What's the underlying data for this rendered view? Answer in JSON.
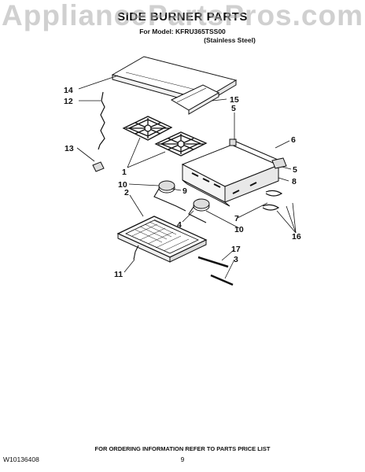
{
  "header": {
    "title": "SIDE BURNER PARTS",
    "model_line": "For Model: KFRU365TSS00",
    "variant": "(Stainless Steel)"
  },
  "watermark": "AppliancePartsPros.com",
  "callouts": [
    "14",
    "12",
    "15",
    "5",
    "6",
    "13",
    "1",
    "5",
    "8",
    "10",
    "9",
    "4",
    "7",
    "10",
    "16",
    "2",
    "17",
    "3",
    "11"
  ],
  "footer": {
    "instructions": "FOR ORDERING INFORMATION REFER TO PARTS PRICE LIST",
    "doc_number": "W10136408",
    "page_number": "9"
  }
}
